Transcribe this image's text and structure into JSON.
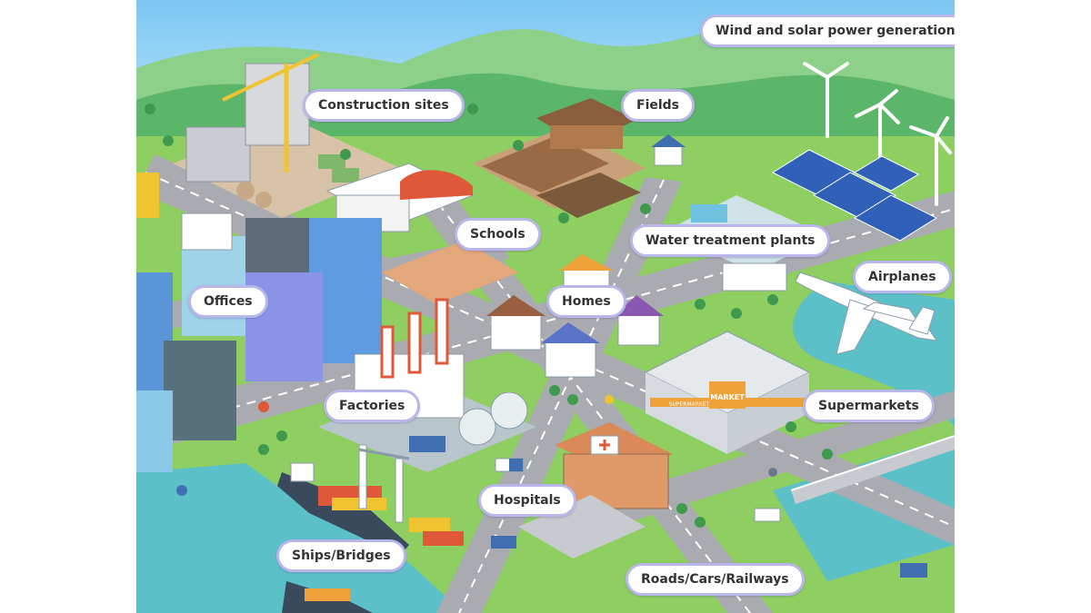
{
  "labels": {
    "wind_solar": "Wind and solar power generation",
    "construction": "Construction sites",
    "fields": "Fields",
    "schools": "Schools",
    "water_treatment": "Water treatment plants",
    "airplanes": "Airplanes",
    "offices": "Offices",
    "homes": "Homes",
    "factories": "Factories",
    "supermarkets": "Supermarkets",
    "hospitals": "Hospitals",
    "ships_bridges": "Ships/Bridges",
    "roads": "Roads/Cars/Railways"
  },
  "signage": {
    "market": "MARKET",
    "supermarket": "SUPERMARKET"
  },
  "colors": {
    "sky": "#8ecdf2",
    "hills": "#5fb86b",
    "grass": "#8fcf62",
    "road": "#a9abb0",
    "water": "#5bc0c8",
    "callout_border": "#b9b7ea"
  },
  "icons": [
    "wind-turbine-icon",
    "solar-panel-icon",
    "crane-icon",
    "airplane-icon",
    "ship-icon",
    "truck-icon"
  ]
}
